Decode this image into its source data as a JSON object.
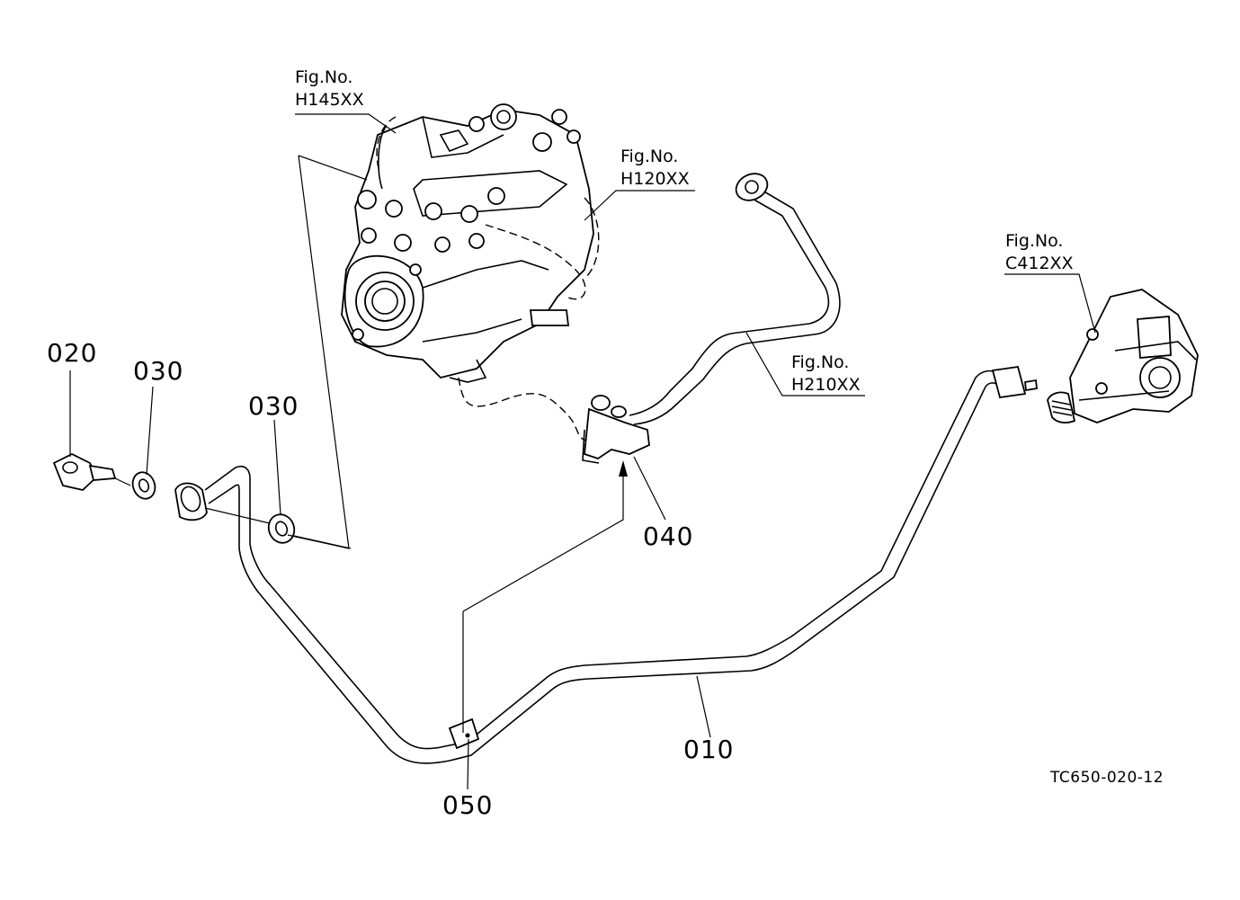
{
  "figure_refs": [
    {
      "key": "h145",
      "line1": "Fig.No.",
      "line2": "H145XX"
    },
    {
      "key": "h120",
      "line1": "Fig.No.",
      "line2": "H120XX"
    },
    {
      "key": "c412",
      "line1": "Fig.No.",
      "line2": "C412XX"
    },
    {
      "key": "h210",
      "line1": "Fig.No.",
      "line2": "H210XX"
    }
  ],
  "part_labels": {
    "p010": "010",
    "p020": "020",
    "p030a": "030",
    "p030b": "030",
    "p040": "040",
    "p050": "050"
  },
  "drawing_code": "TC650-020-12",
  "line_color": "#000000",
  "background_color": "#ffffff"
}
